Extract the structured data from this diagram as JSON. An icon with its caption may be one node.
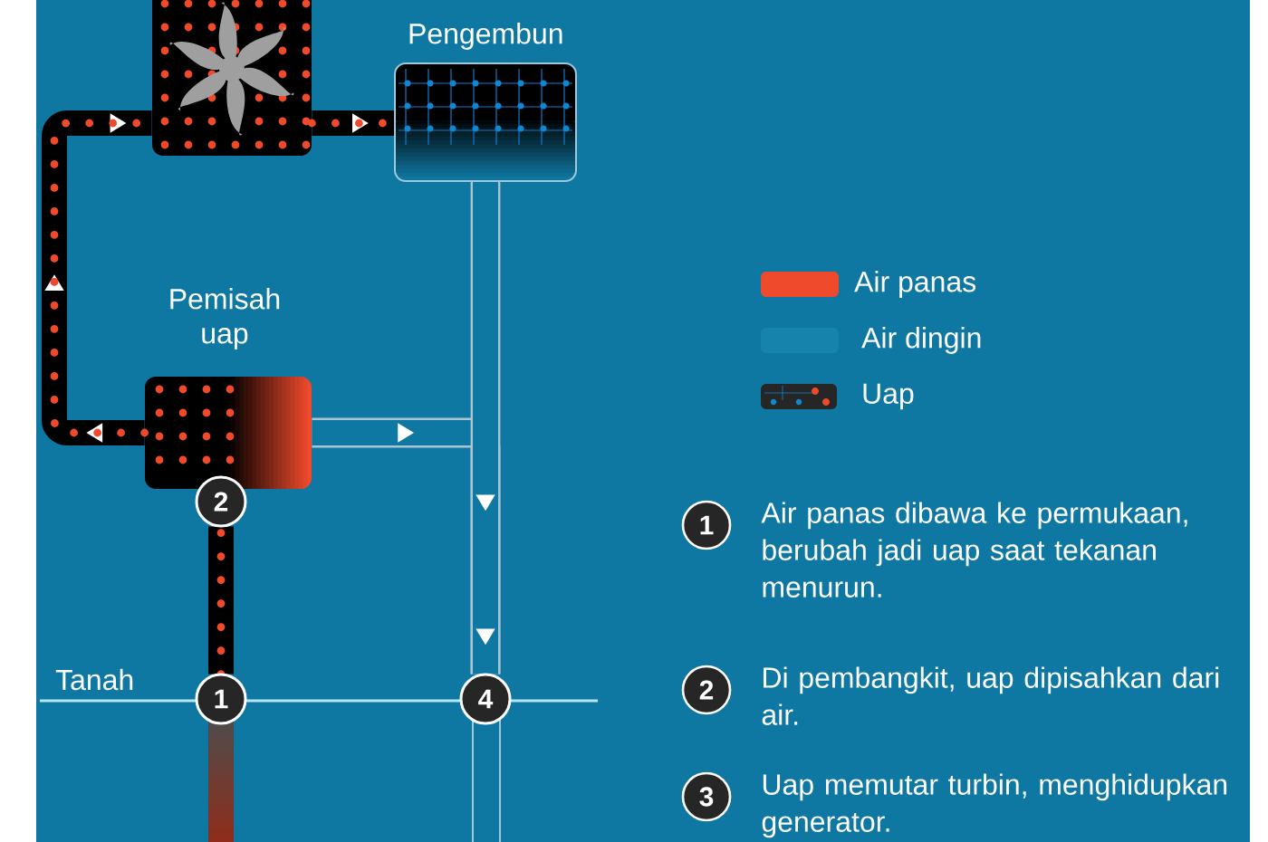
{
  "diagram": {
    "nodes": [
      {
        "text": [],
        "shape": "box"
      },
      {
        "text": [
          "Pengembun"
        ]
      },
      {
        "text": [
          "Pemisah uap"
        ]
      },
      {
        "text": [
          "2"
        ]
      },
      {
        "text": [
          "1"
        ]
      },
      {
        "text": [
          "4"
        ]
      },
      {
        "text": [
          "1"
        ],
        "beside": [
          "Air panas dibawa ke permukaan, berubah jadi uap saat tekanan menurun."
        ]
      },
      {
        "text": [
          "2"
        ],
        "beside": [
          "Di pembangkit, uap dipisahkan dari air."
        ]
      },
      {
        "text": [
          "3"
        ],
        "beside": [
          "Uap memutar turbin, menghidupkan generator."
        ]
      }
    ],
    "edges": [
      {
        "from": 2,
        "to": 0,
        "arrow": "to"
      },
      {
        "from": 0,
        "to": 1,
        "arrow": "to"
      },
      {
        "from": 1,
        "to": 5,
        "arrow": "to",
        "color": "#a9c4d3"
      },
      {
        "from": 2,
        "to": 5,
        "arrow": "to",
        "color": "#a9c4d3"
      },
      {
        "from": 4,
        "to": 3,
        "arrow": "none"
      }
    ],
    "labels": [
      "Tanah"
    ],
    "legend": [
      {
        "text": "Air panas",
        "color": "#f04a2c"
      },
      {
        "text": "Air dingin",
        "color": "#1683ad"
      },
      {
        "text": "Uap"
      }
    ]
  }
}
